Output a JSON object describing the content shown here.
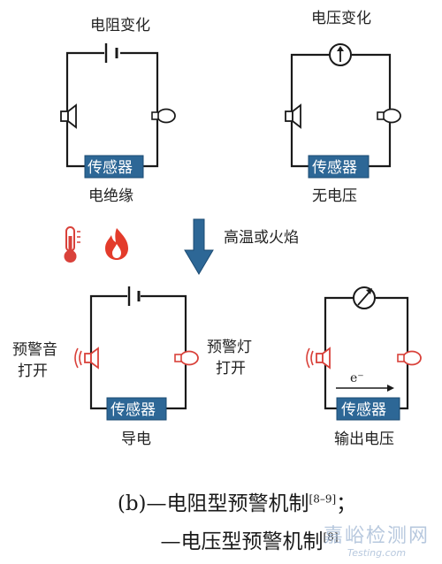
{
  "top_left": {
    "title": "电阻变化",
    "sensor_label": "传感器",
    "state": "电绝缘"
  },
  "top_right": {
    "title": "电压变化",
    "sensor_label": "传感器",
    "state": "无电压"
  },
  "trigger": {
    "label": "高温或火焰",
    "icons": [
      "thermometer-icon",
      "flame-icon",
      "down-arrow-icon"
    ]
  },
  "bottom_left": {
    "alarm_sound_line1": "预警音",
    "alarm_sound_line2": "打开",
    "alarm_light_line1": "预警灯",
    "alarm_light_line2": "打开",
    "sensor_label": "传感器",
    "state": "导电"
  },
  "bottom_right": {
    "electron_label": "e⁻",
    "sensor_label": "传感器",
    "state": "输出电压"
  },
  "caption": {
    "line1": "(b)—电阻型预警机制",
    "line1_ref": "[8–9]",
    "line1_end": "；",
    "line2": "—电压型预警机制",
    "line2_ref": "[8]"
  },
  "watermark": {
    "cn": "嘉峪检测网",
    "en": "Testing.com"
  },
  "colors": {
    "sensor_box": "#2d6796",
    "sensor_border": "#1b4b73",
    "wire": "#1a1a1a",
    "alarm_red": "#d9413a",
    "arrow_blue": "#2d6796",
    "flame": "#e33b2b",
    "thermometer": "#d9413a"
  }
}
